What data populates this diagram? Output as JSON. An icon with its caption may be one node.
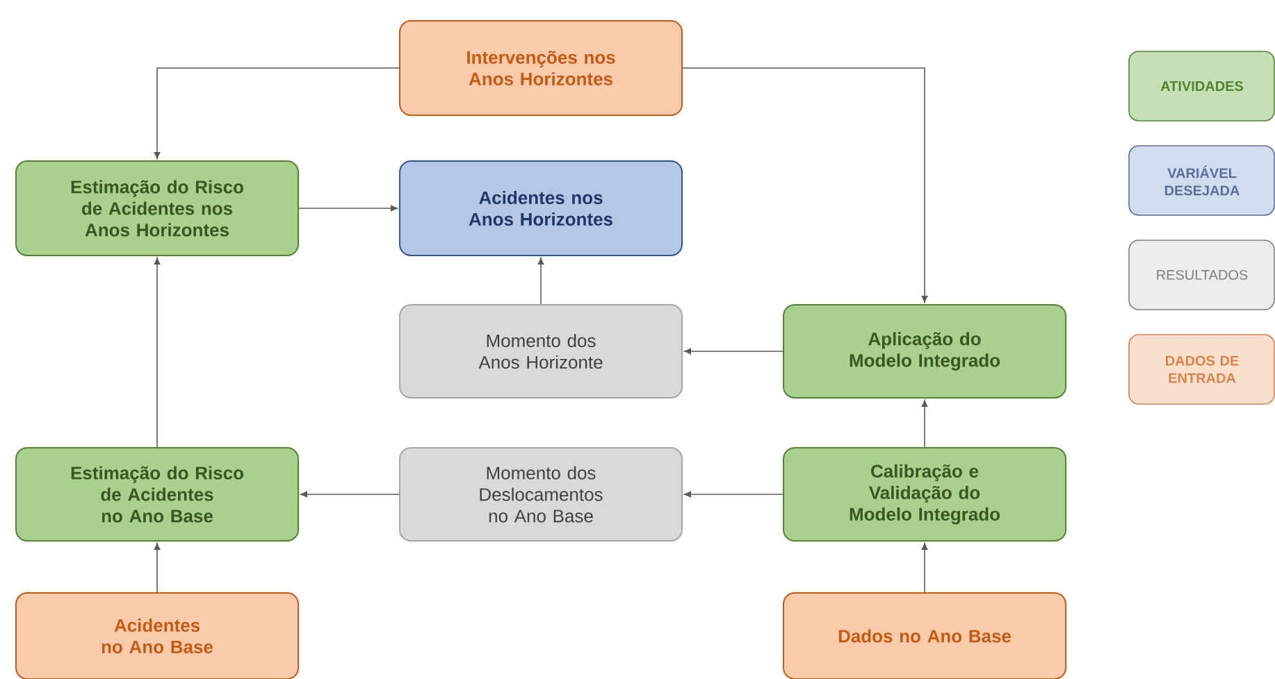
{
  "diagram": {
    "nodes": [
      {
        "text": [
          "Intervenções nos Anos Horizontes"
        ]
      },
      {
        "text": [
          "Estimação do Risco de Acidentes nos Anos Horizontes"
        ]
      },
      {
        "text": [
          "Acidentes nos Anos Horizontes"
        ]
      },
      {
        "text": [
          "Momento dos Anos Horizonte"
        ]
      },
      {
        "text": [
          "Aplicação do Modelo Integrado"
        ]
      },
      {
        "text": [
          "Estimação do Risco de Acidentes no Ano Base"
        ]
      },
      {
        "text": [
          "Momento dos Deslocamentos no Ano Base"
        ]
      },
      {
        "text": [
          "Calibração e Validação do Modelo Integrado"
        ]
      },
      {
        "text": [
          "Acidentes no Ano Base"
        ]
      },
      {
        "text": [
          "Dados no Ano Base"
        ]
      }
    ],
    "edges": [
      {
        "from": 0,
        "to": 1,
        "arrow": "to"
      },
      {
        "from": 0,
        "to": 4,
        "arrow": "to"
      },
      {
        "from": 1,
        "to": 2,
        "arrow": "to"
      },
      {
        "from": 3,
        "to": 2,
        "arrow": "to"
      },
      {
        "from": 4,
        "to": 3,
        "arrow": "to"
      },
      {
        "from": 5,
        "to": 1,
        "arrow": "to"
      },
      {
        "from": 6,
        "to": 5,
        "arrow": "to"
      },
      {
        "from": 7,
        "to": 6,
        "arrow": "to"
      },
      {
        "from": 7,
        "to": 4,
        "arrow": "to"
      },
      {
        "from": 8,
        "to": 5,
        "arrow": "to"
      },
      {
        "from": 9,
        "to": 7,
        "arrow": "to"
      }
    ],
    "legend": [
      {
        "text": "ATIVIDADES",
        "color": "#c5e0b4"
      },
      {
        "text": "VARIÁVEL DESEJADA",
        "color": "#d0dcef"
      },
      {
        "text": "RESULTADOS",
        "color": "#ededed"
      },
      {
        "text": "DADOS DE ENTRADA",
        "color": "#fbe0ce"
      }
    ]
  }
}
